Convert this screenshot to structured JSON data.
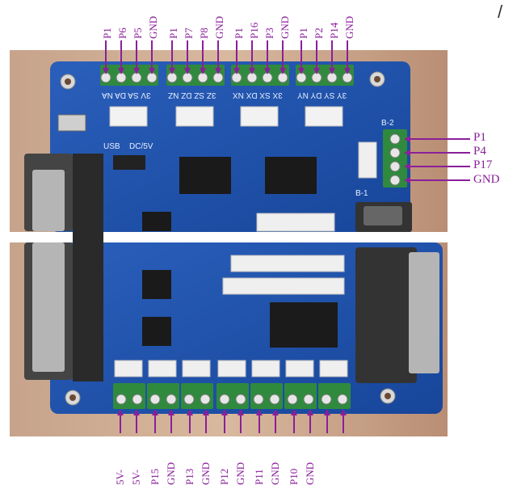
{
  "top_labels": {
    "group1": [
      "P1",
      "P6",
      "P5",
      "GND"
    ],
    "group2": [
      "P1",
      "P7",
      "P8",
      "GND"
    ],
    "group3": [
      "P1",
      "P16",
      "P3",
      "GND"
    ],
    "group4": [
      "P1",
      "P2",
      "P14",
      "GND"
    ]
  },
  "right_labels": [
    "P1",
    "P4",
    "P17",
    "GND"
  ],
  "bottom_labels": [
    "5V-",
    "5V-",
    "P15",
    "GND",
    "P13",
    "GND",
    "P12",
    "GND",
    "P11",
    "GND",
    "P10",
    "GND",
    "",
    ""
  ],
  "board_silk": {
    "connector_group1": "3V SA DA NA",
    "connector_group2": "3Z SZ DZ NZ",
    "connector_group3": "3X SX DX NX",
    "connector_group4": "3Y SY DY NY",
    "usb": "USB",
    "dc": "DC/5V",
    "b2": "B-2",
    "b1": "B-1"
  },
  "colors": {
    "label": "#8a1f9a",
    "board": "#1a4fa8",
    "terminal": "#2f8a3e",
    "chip": "#1a1a1a"
  },
  "watermark": "/"
}
